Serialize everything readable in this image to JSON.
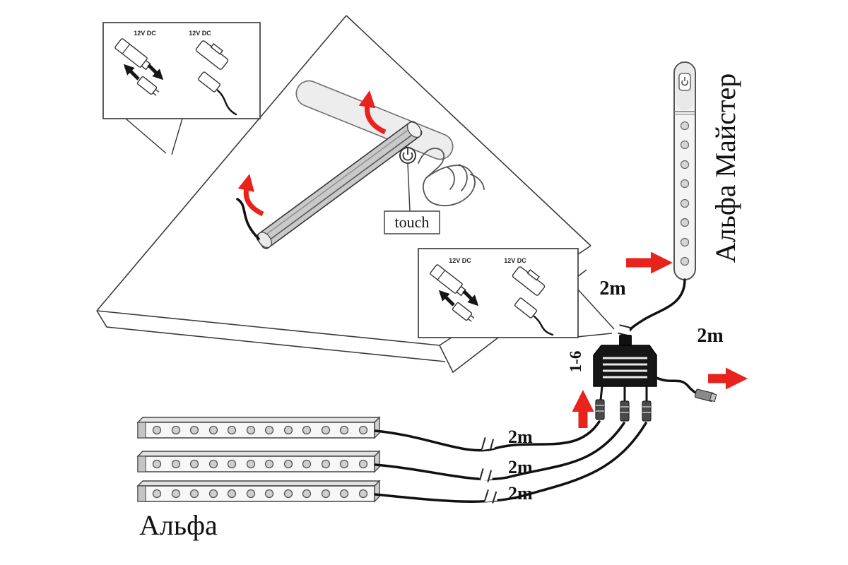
{
  "labels": {
    "product_strips": "Альфа",
    "product_master": "Альфа Майстер",
    "touch": "touch",
    "ports": "1-6"
  },
  "cable_labels": {
    "master_cable": "2m",
    "power_cable": "2m",
    "strip1_cable": "2m",
    "strip2_cable": "2m",
    "strip3_cable": "2m"
  },
  "inset1": {
    "connector_left_label": "12V DC",
    "connector_right_label": "12V DC"
  },
  "inset2": {
    "connector_left_label": "12V DC",
    "connector_right_label": "12V DC"
  },
  "colors": {
    "accent_red": "#e8231d",
    "line_dark": "#1a1a1a",
    "strip_fill": "#f4f4f4"
  }
}
